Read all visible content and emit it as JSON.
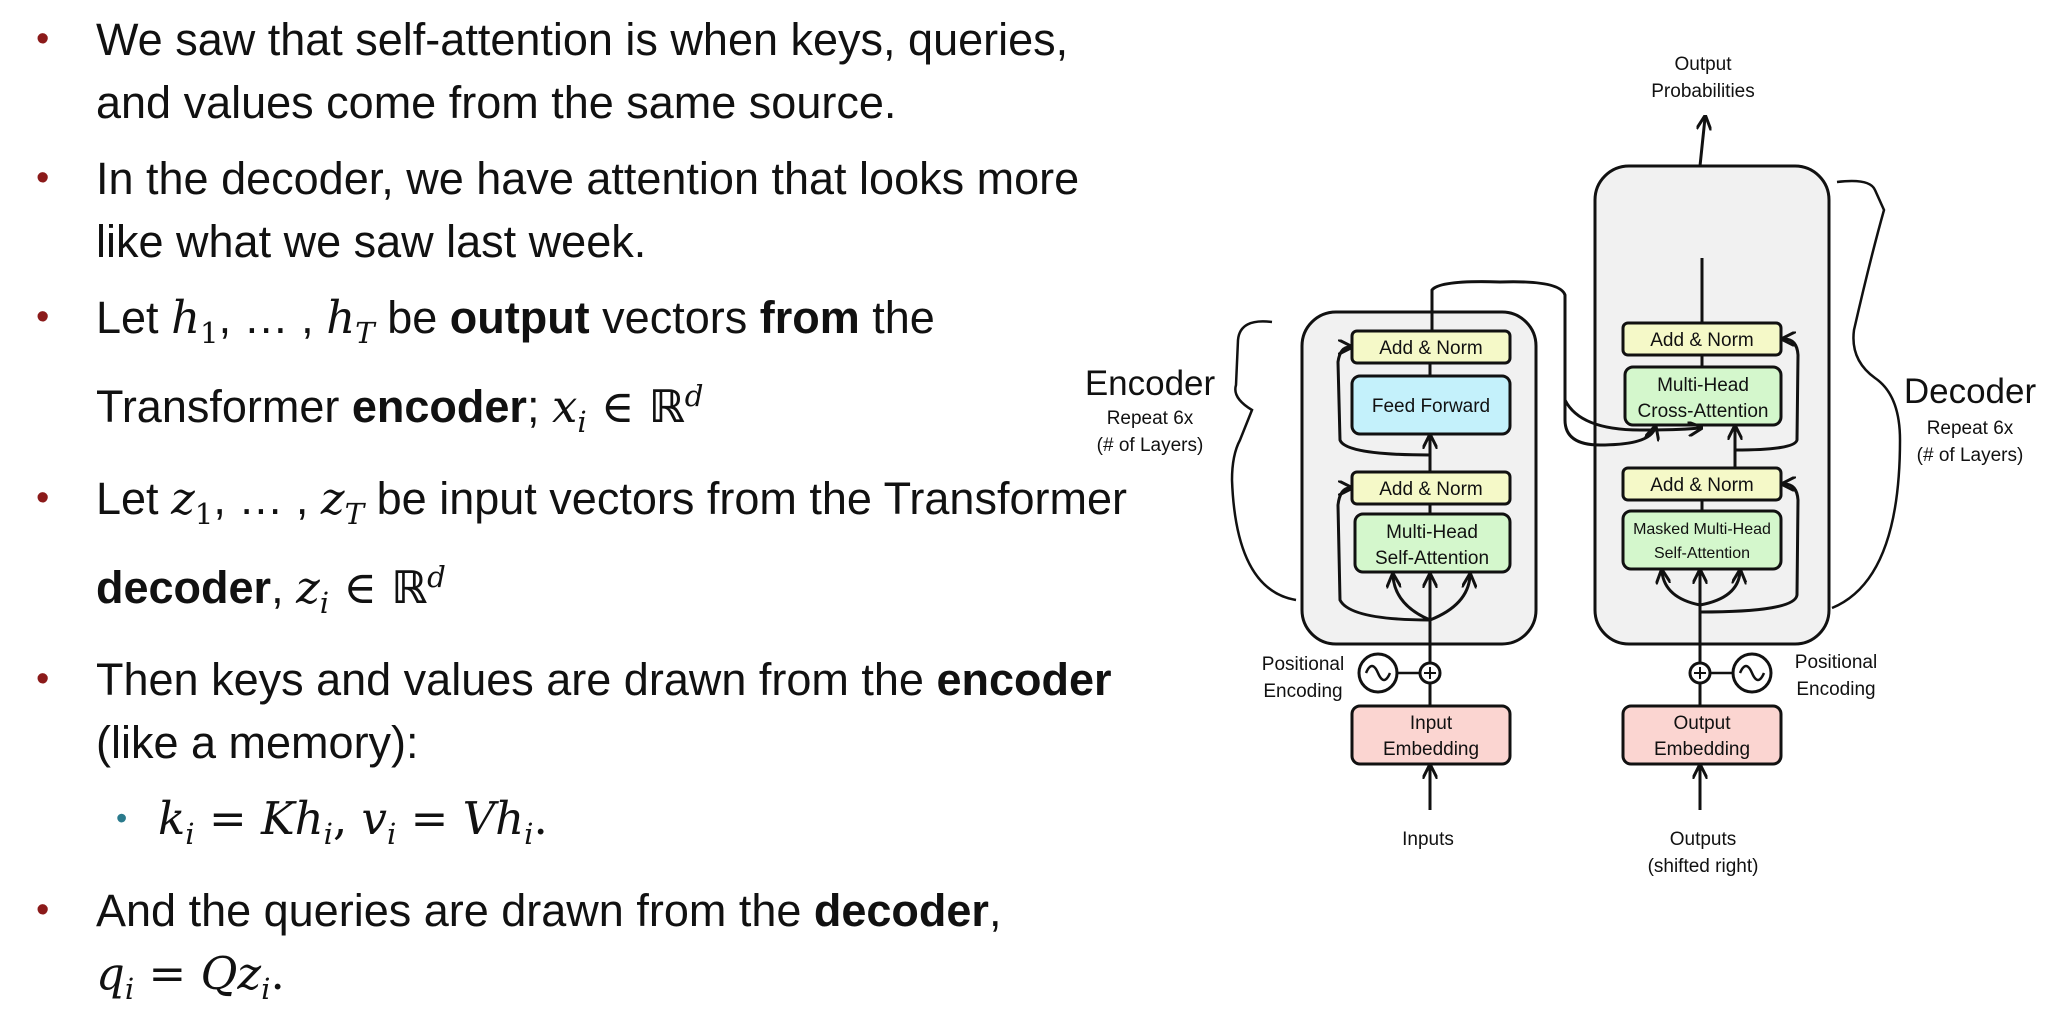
{
  "bullets": {
    "b1": "We saw that self-attention is when keys, queries, and values come from the same source.",
    "b2": "In the decoder, we have attention that looks more like what we saw last week.",
    "b3": {
      "pre": "Let ",
      "h1": "h",
      "h1_sub": "1",
      "dots": ", … , ",
      "hT": "h",
      "hT_sub": "T",
      "be": " be ",
      "output": "output",
      "vectors": " vectors ",
      "from": "from",
      "the": " the Transformer ",
      "encoder": "encoder",
      "semi": ";  ",
      "x": "x",
      "x_sub": "i",
      "in": " ∈ ",
      "R": "ℝ",
      "d": "d"
    },
    "b4": {
      "pre": "Let ",
      "z": "z",
      "z1_sub": "1",
      "dots": ", … , ",
      "zT_sub": "T",
      "mid": " be input vectors from the Transformer ",
      "decoder": "decoder",
      "comma": ", ",
      "zi_sub": "i",
      "in": " ∈ ",
      "R": "ℝ",
      "d": "d"
    },
    "b5": {
      "pre": "Then keys and values are drawn from the ",
      "encoder": "encoder",
      "post": " (like a memory):"
    },
    "b5_sub": {
      "k": "k",
      "i": "i",
      "eq1": " = ",
      "Kh": "Kh",
      "comma": ", ",
      "v": "v",
      "eq2": " = ",
      "Vh": "Vh",
      "end": "."
    },
    "b6": {
      "pre": "And the queries are drawn from the ",
      "decoder": "decoder",
      "comma": ",",
      "q": "q",
      "i": "i",
      "eq": " = ",
      "Qz": "Qz",
      "end": "."
    }
  },
  "diagram": {
    "output_probs": [
      "Output",
      "Probabilities"
    ],
    "encoder_title": "Encoder",
    "encoder_repeat": [
      "Repeat 6x",
      "(# of Layers)"
    ],
    "decoder_title": "Decoder",
    "decoder_repeat": [
      "Repeat 6x",
      "(# of Layers)"
    ],
    "enc_add_norm_top": "Add & Norm",
    "enc_feed_forward": "Feed Forward",
    "enc_add_norm_bottom": "Add & Norm",
    "enc_self_attn": [
      "Multi-Head",
      "Self-Attention"
    ],
    "dec_add_norm_top": "Add & Norm",
    "dec_cross_attn": [
      "Multi-Head",
      "Cross-Attention"
    ],
    "dec_add_norm_bottom": "Add & Norm",
    "dec_masked_attn": [
      "Masked Multi-Head",
      "Self-Attention"
    ],
    "enc_pos_enc": [
      "Positional",
      "Encoding"
    ],
    "dec_pos_enc": [
      "Positional",
      "Encoding"
    ],
    "input_embedding": [
      "Input",
      "Embedding"
    ],
    "output_embedding": [
      "Output",
      "Embedding"
    ],
    "inputs": "Inputs",
    "outputs": [
      "Outputs",
      "(shifted right)"
    ],
    "colors": {
      "add_norm": "#f5f9c8",
      "feed_forward": "#c4f1fb",
      "attention": "#d4f7cc",
      "embedding": "#fbd5d1",
      "block": "#f1f1f1",
      "bullet_red": "#8b1a1a",
      "bullet_teal": "#2a7a8c"
    }
  }
}
